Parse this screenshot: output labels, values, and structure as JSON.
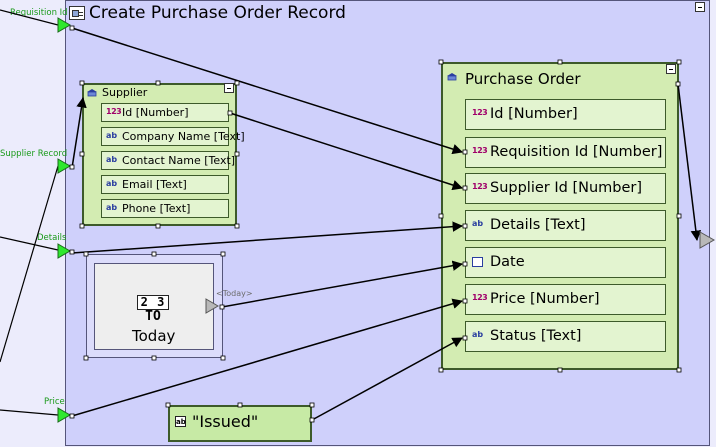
{
  "process": {
    "title": "Create Purchase Order Record"
  },
  "inputs": {
    "requisition_id": "Requisition Id",
    "supplier_record": "Supplier Record",
    "details": "Details",
    "price": "Price"
  },
  "supplier": {
    "title": "Supplier",
    "fields": [
      {
        "label": "Id [Number]",
        "kind": "number"
      },
      {
        "label": "Company Name [Text]",
        "kind": "text"
      },
      {
        "label": "Contact Name [Text]",
        "kind": "text"
      },
      {
        "label": "Email [Text]",
        "kind": "text"
      },
      {
        "label": "Phone [Text]",
        "kind": "text"
      }
    ]
  },
  "purchase_order": {
    "title": "Purchase Order",
    "fields": [
      {
        "label": "Id [Number]",
        "kind": "number"
      },
      {
        "label": "Requisition Id [Number]",
        "kind": "number"
      },
      {
        "label": "Supplier Id [Number]",
        "kind": "number"
      },
      {
        "label": "Details [Text]",
        "kind": "text"
      },
      {
        "label": "Date",
        "kind": "date"
      },
      {
        "label": "Price [Number]",
        "kind": "number"
      },
      {
        "label": "Status [Text]",
        "kind": "text"
      }
    ]
  },
  "today_block": {
    "icon_top": "2 3",
    "icon_bottom": "TO",
    "label": "Today",
    "output_tag": "<Today>"
  },
  "constant": {
    "value": "\"Issued\""
  },
  "icons": {
    "number_field": "123",
    "text_field": "ab",
    "date_field": "calendar-icon",
    "entity": "database-icon"
  },
  "colors": {
    "entity_fill": "#d3ecb2",
    "entity_border": "#3d5a2a",
    "frame_fill": "#cfd0fb",
    "port_green": "#2ee82e",
    "port_label": "#1a9a1a"
  }
}
